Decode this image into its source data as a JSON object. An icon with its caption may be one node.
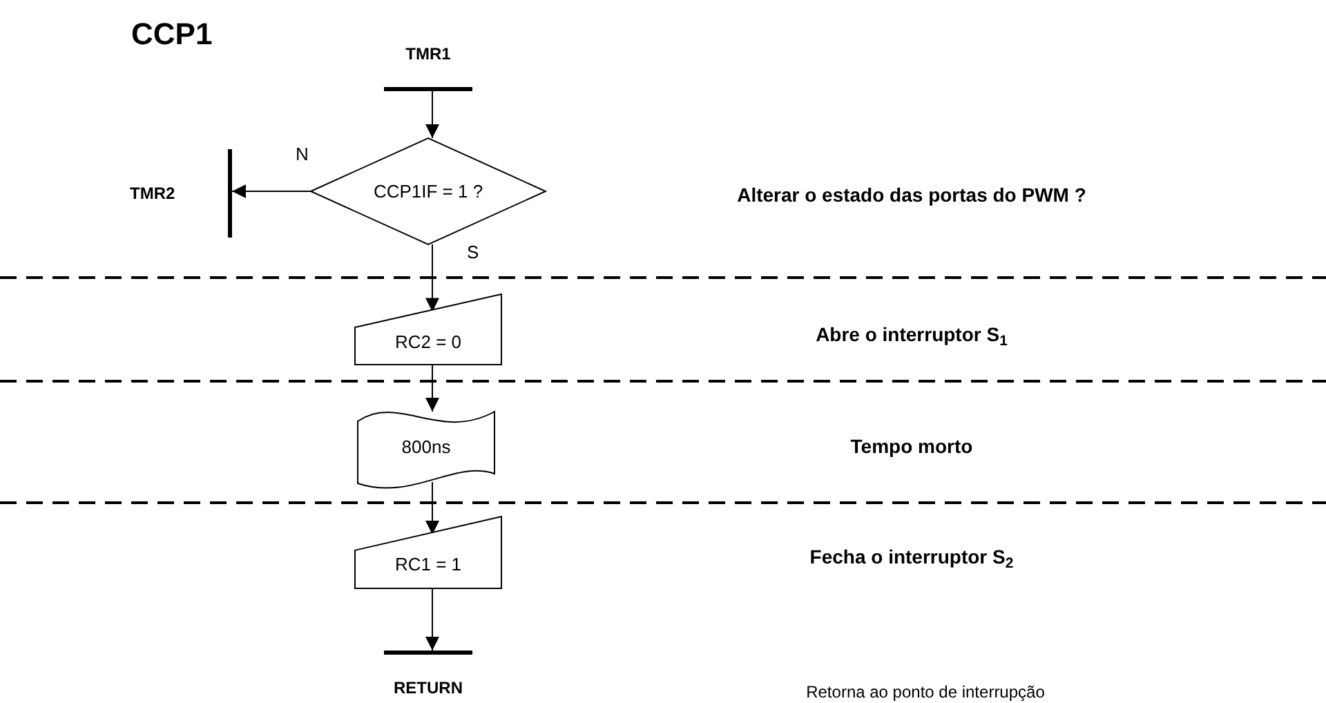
{
  "diagram": {
    "title": "CCP1",
    "nodes": [
      {
        "text": [
          "TMR1"
        ]
      },
      {
        "text": [
          "CCP1IF = 1 ?"
        ]
      },
      {
        "text": [
          "TMR2"
        ]
      },
      {
        "text": [
          "RC2 = 0"
        ]
      },
      {
        "text": [
          "800ns"
        ]
      },
      {
        "text": [
          "RC1 = 1"
        ]
      },
      {
        "text": [
          "RETURN"
        ]
      }
    ],
    "edges": [
      {
        "from": 0,
        "to": 1,
        "arrow": "to"
      },
      {
        "from": 1,
        "to": 2,
        "arrow": "to",
        "label": "N"
      },
      {
        "from": 1,
        "to": 3,
        "arrow": "to",
        "label": "S"
      },
      {
        "from": 3,
        "to": 4,
        "arrow": "to"
      },
      {
        "from": 4,
        "to": 5,
        "arrow": "to"
      },
      {
        "from": 5,
        "to": 6,
        "arrow": "to"
      }
    ],
    "labels": [
      "Alterar o estado das portas do PWM ?",
      "Abre o interruptor S$_{1}$",
      "Tempo morto",
      "Fecha o interruptor S$_{2}$",
      "Retorna ao ponto de interrupção"
    ]
  }
}
